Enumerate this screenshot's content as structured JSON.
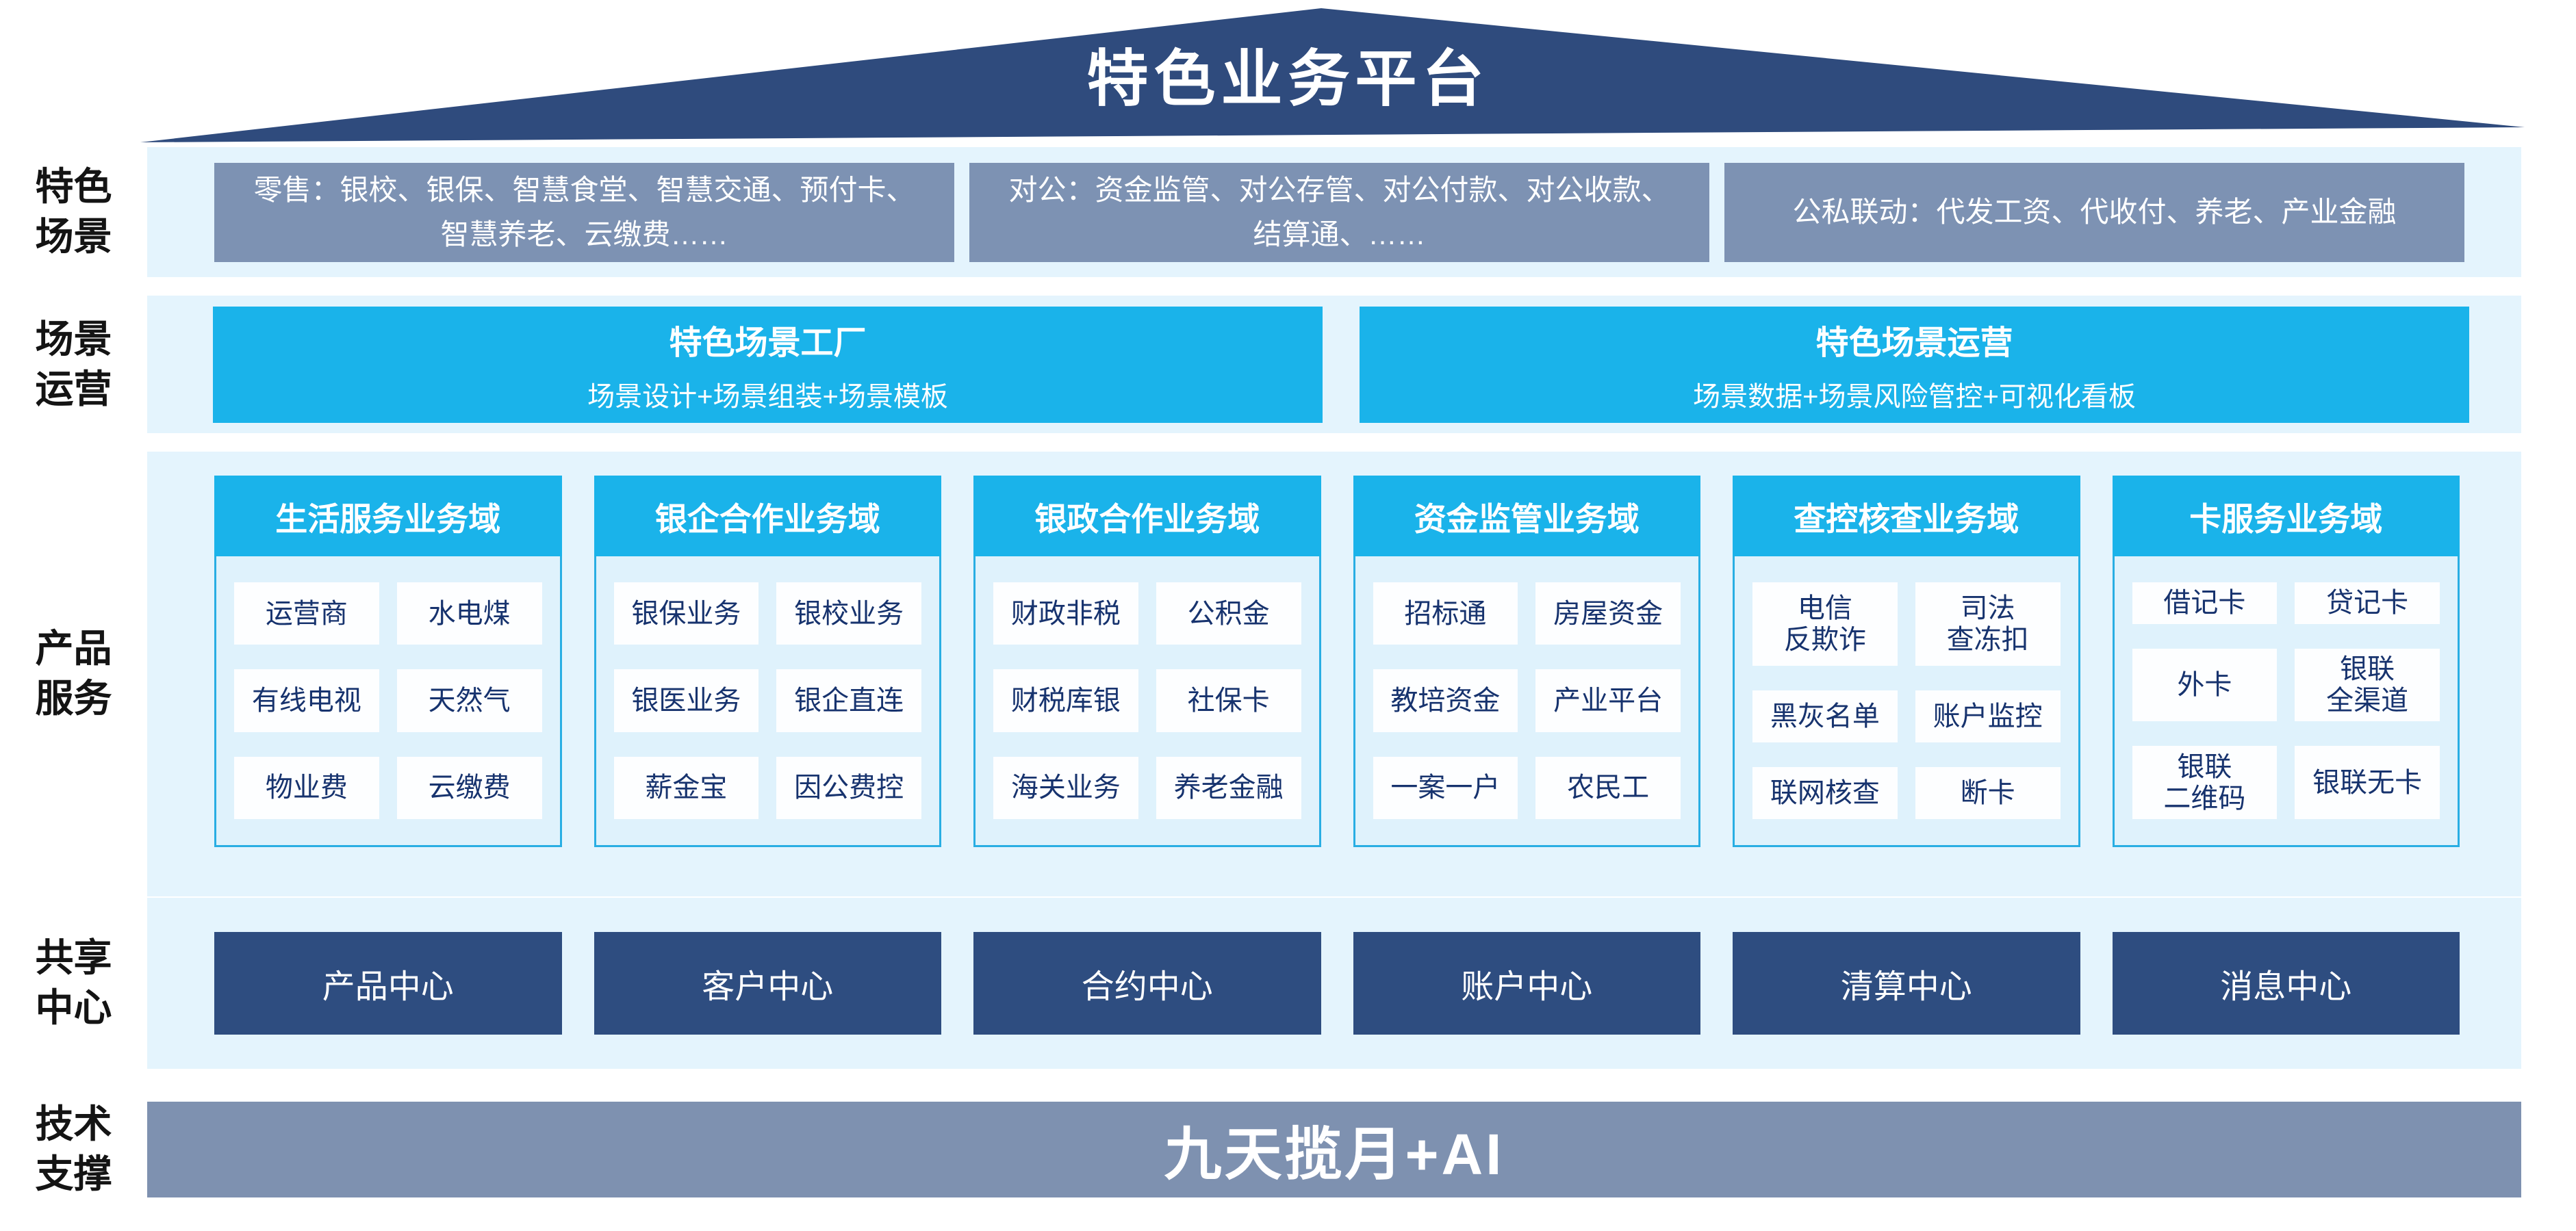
{
  "title": "特色业务平台",
  "colors": {
    "roof_navy": "#2F4B7D",
    "scene_gray_blue": "#7D92B3",
    "cyan": "#1AB3EA",
    "band_light_blue": "#E4F4FD",
    "column_body_blue": "#DFF2FC",
    "cell_text_navy": "#17336E",
    "center_navy": "#2E4D80",
    "tech_gray_blue": "#7E91B0"
  },
  "scenes": {
    "label": "特色\n场景",
    "boxes": [
      "零售：银校、银保、智慧食堂、智慧交通、预付卡、智慧养老、云缴费……",
      "对公：资金监管、对公存管、对公付款、对公收款、结算通、……",
      "公私联动：代发工资、代收付、养老、产业金融"
    ]
  },
  "operations": {
    "label": "场景\n运营",
    "boxes": [
      {
        "title": "特色场景工厂",
        "subtitle": "场景设计+场景组装+场景模板"
      },
      {
        "title": "特色场景运营",
        "subtitle": "场景数据+场景风险管控+可视化看板"
      }
    ]
  },
  "products": {
    "label": "产品\n服务",
    "columns": [
      {
        "header": "生活服务业务域",
        "cells": [
          "运营商",
          "水电煤",
          "有线电视",
          "天然气",
          "物业费",
          "云缴费"
        ]
      },
      {
        "header": "银企合作业务域",
        "cells": [
          "银保业务",
          "银校业务",
          "银医业务",
          "银企直连",
          "薪金宝",
          "因公费控"
        ]
      },
      {
        "header": "银政合作业务域",
        "cells": [
          "财政非税",
          "公积金",
          "财税库银",
          "社保卡",
          "海关业务",
          "养老金融"
        ]
      },
      {
        "header": "资金监管业务域",
        "cells": [
          "招标通",
          "房屋资金",
          "教培资金",
          "产业平台",
          "一案一户",
          "农民工"
        ]
      },
      {
        "header": "查控核查业务域",
        "cells": [
          "电信\n反欺诈",
          "司法\n查冻扣",
          "黑灰名单",
          "账户监控",
          "联网核查",
          "断卡"
        ]
      },
      {
        "header": "卡服务业务域",
        "cells": [
          "借记卡",
          "贷记卡",
          "外卡",
          "银联\n全渠道",
          "银联\n二维码",
          "银联无卡"
        ]
      }
    ]
  },
  "centers": {
    "label": "共享\n中心",
    "boxes": [
      "产品中心",
      "客户中心",
      "合约中心",
      "账户中心",
      "清算中心",
      "消息中心"
    ]
  },
  "tech": {
    "label": "技术\n支撑",
    "banner": "九天揽月+AI"
  }
}
